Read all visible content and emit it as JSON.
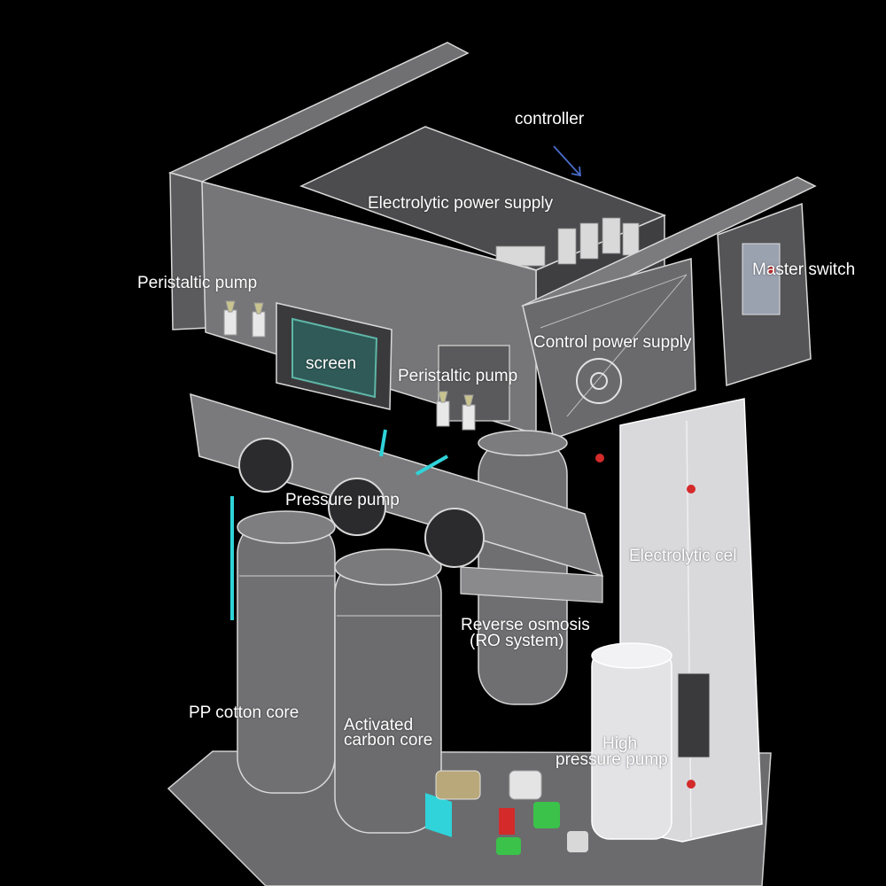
{
  "labels": {
    "controller": "controller",
    "electrolytic_power_supply": "Electrolytic power supply",
    "peristaltic_pump_left": "Peristaltic pump",
    "master_switch": "Master switch",
    "control_power_supply": "Control power supply",
    "screen": "screen",
    "peristaltic_pump_center": "Peristaltic pump",
    "pressure_pump": "Pressure pump",
    "electrolytic_cell": "Electrolytic cel",
    "reverse_osmosis_line1": "Reverse osmosis",
    "reverse_osmosis_line2": "(RO system)",
    "pp_cotton_core": "PP cotton core",
    "activated_carbon_line1": "Activated",
    "activated_carbon_line2": "carbon core",
    "high_pressure_line1": "High",
    "high_pressure_line2": "pressure pump"
  },
  "colors": {
    "background": "#000000",
    "frame": "#6e6e70",
    "frame_light": "#8a8a8c",
    "frame_dark": "#4a4a4c",
    "edge": "#d8d8d8",
    "screen_glass": "#2f5a57",
    "screen_border": "#5fb6a8",
    "cyan_pipe": "#2fd3d9",
    "red_dot": "#d42a2a",
    "green_valve": "#3ac24a",
    "arrow_blue": "#4a6cc9",
    "label_text": "#ffffff"
  }
}
